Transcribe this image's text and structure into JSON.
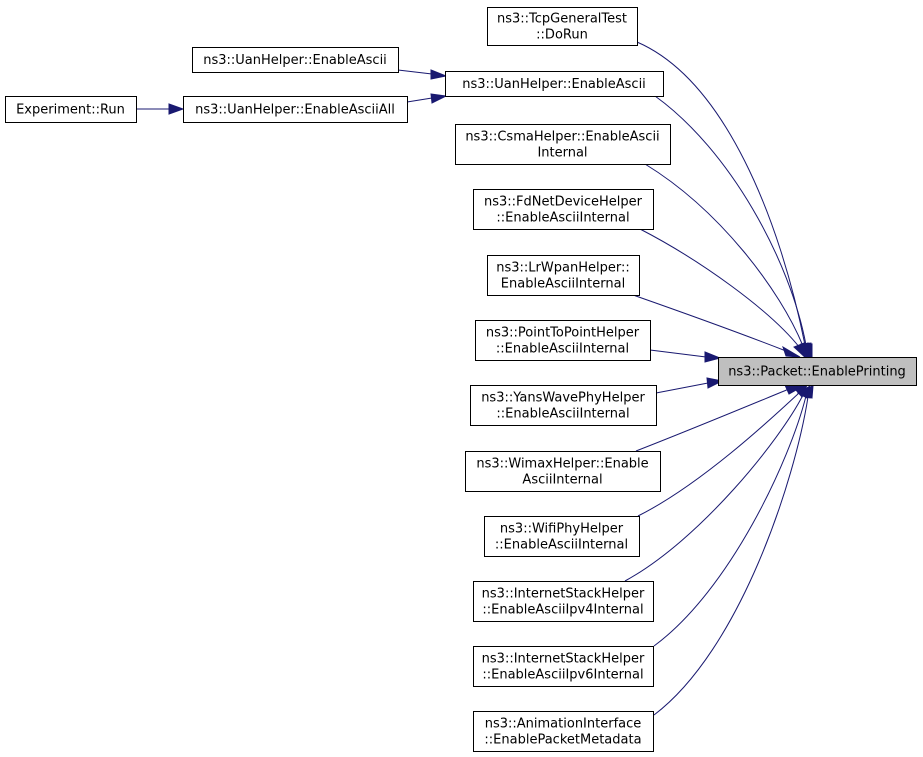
{
  "diagram": {
    "type": "doxygen-caller-graph",
    "colors": {
      "edge": "#191970",
      "target_fill": "#bfbfbf",
      "box_stroke": "#000000"
    },
    "nodes": [
      {
        "id": "target",
        "lines": [
          "ns3::Packet::EnablePrinting"
        ],
        "target": true
      },
      {
        "id": "tcp",
        "lines": [
          "ns3::TcpGeneralTest",
          "::DoRun"
        ]
      },
      {
        "id": "uan_ascii_l",
        "lines": [
          "ns3::UanHelper::EnableAscii"
        ]
      },
      {
        "id": "uan_ascii_r",
        "lines": [
          "ns3::UanHelper::EnableAscii"
        ]
      },
      {
        "id": "experiment",
        "lines": [
          "Experiment::Run"
        ]
      },
      {
        "id": "uan_all",
        "lines": [
          "ns3::UanHelper::EnableAsciiAll"
        ]
      },
      {
        "id": "csma",
        "lines": [
          "ns3::CsmaHelper::EnableAscii",
          "Internal"
        ]
      },
      {
        "id": "fdnet",
        "lines": [
          "ns3::FdNetDeviceHelper",
          "::EnableAsciiInternal"
        ]
      },
      {
        "id": "lrwpan",
        "lines": [
          "ns3::LrWpanHelper::",
          "EnableAsciiInternal"
        ]
      },
      {
        "id": "p2p",
        "lines": [
          "ns3::PointToPointHelper",
          "::EnableAsciiInternal"
        ]
      },
      {
        "id": "yans",
        "lines": [
          "ns3::YansWavePhyHelper",
          "::EnableAsciiInternal"
        ]
      },
      {
        "id": "wimax",
        "lines": [
          "ns3::WimaxHelper::Enable",
          "AsciiInternal"
        ]
      },
      {
        "id": "wifi",
        "lines": [
          "ns3::WifiPhyHelper",
          "::EnableAsciiInternal"
        ]
      },
      {
        "id": "inet4",
        "lines": [
          "ns3::InternetStackHelper",
          "::EnableAsciiIpv4Internal"
        ]
      },
      {
        "id": "inet6",
        "lines": [
          "ns3::InternetStackHelper",
          "::EnableAsciiIpv6Internal"
        ]
      },
      {
        "id": "anim",
        "lines": [
          "ns3::AnimationInterface",
          "::EnablePacketMetadata"
        ]
      }
    ],
    "edges": [
      {
        "from": "tcp",
        "to": "target"
      },
      {
        "from": "uan_ascii_r",
        "to": "target"
      },
      {
        "from": "csma",
        "to": "target"
      },
      {
        "from": "fdnet",
        "to": "target"
      },
      {
        "from": "lrwpan",
        "to": "target"
      },
      {
        "from": "p2p",
        "to": "target"
      },
      {
        "from": "yans",
        "to": "target"
      },
      {
        "from": "wimax",
        "to": "target"
      },
      {
        "from": "wifi",
        "to": "target"
      },
      {
        "from": "inet4",
        "to": "target"
      },
      {
        "from": "inet6",
        "to": "target"
      },
      {
        "from": "anim",
        "to": "target"
      },
      {
        "from": "uan_ascii_l",
        "to": "uan_ascii_r"
      },
      {
        "from": "uan_all",
        "to": "uan_ascii_r"
      },
      {
        "from": "experiment",
        "to": "uan_all"
      }
    ]
  }
}
